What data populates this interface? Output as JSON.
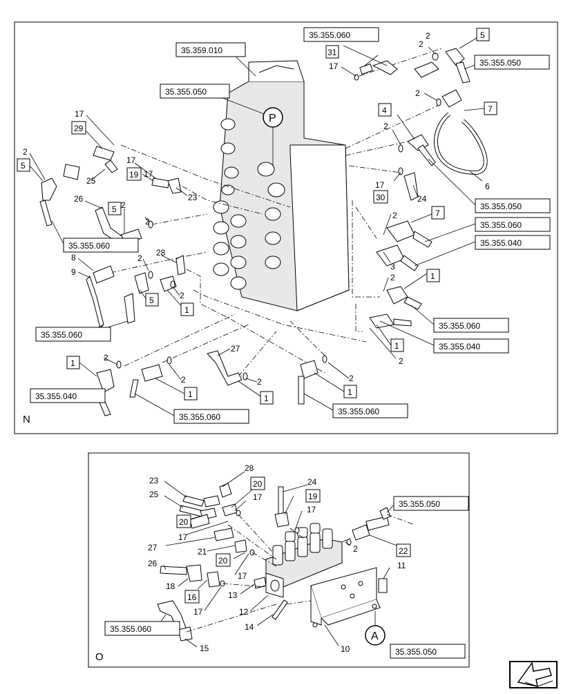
{
  "views": {
    "N": {
      "letter": "N"
    },
    "O": {
      "letter": "O"
    }
  },
  "markers": {
    "P": "P",
    "A": "A"
  },
  "references": {
    "r_top_mid": "35.355.060",
    "r_top_right": "35.355.050",
    "r_valve": "35.359.010",
    "r_p": "35.355.050",
    "r_right_050": "35.355.050",
    "r_right_060a": "35.355.060",
    "r_right_040a": "35.355.040",
    "r_right_060b": "35.355.060",
    "r_right_040b": "35.355.040",
    "r_left_060a": "35.355.060",
    "r_left_060b": "35.355.060",
    "r_left_040": "35.355.040",
    "r_bot_060a": "35.355.060",
    "r_bot_060b": "35.355.060",
    "r_o_050a": "35.355.050",
    "r_o_060": "35.355.060",
    "r_o_050b": "35.355.050"
  },
  "boxed_numbers": {
    "b5a": "5",
    "b31": "31",
    "b7a": "7",
    "b4": "4",
    "b29": "29",
    "b5b": "5",
    "b19a": "19",
    "b5c": "5",
    "b5d": "5",
    "b1a": "1",
    "b30": "30",
    "b7b": "7",
    "b1b": "1",
    "b1c": "1",
    "b1d": "1",
    "b1e": "1",
    "b1f": "1",
    "b1g": "1",
    "b20a": "20",
    "b19b": "19",
    "b20b": "20",
    "b20c": "20",
    "b22": "22",
    "b16": "16"
  },
  "callouts": {
    "c2a": "2",
    "c17a": "17",
    "c2b": "2",
    "c2c": "2",
    "c17b": "17",
    "c2d": "2",
    "c6": "6",
    "c17c": "17",
    "c24a": "24",
    "c2e": "2",
    "c3": "3",
    "c2f": "2",
    "c2g": "2",
    "c17d": "17",
    "c2h": "2",
    "c25a": "25",
    "c17e": "17",
    "c23a": "23",
    "c26a": "26",
    "c2i": "2",
    "c8": "8",
    "c9": "9",
    "c2j": "2",
    "c28a": "28",
    "c2k": "2",
    "c27a": "27",
    "c2l": "2",
    "c2m": "2",
    "c2n": "2",
    "c2o": "2",
    "c2p": "2",
    "c28b": "28",
    "c23b": "23",
    "c25b": "25",
    "c24b": "24",
    "c17f": "17",
    "c17g": "17",
    "c17h": "17",
    "c27b": "27",
    "c21": "21",
    "c2q": "2",
    "c26b": "26",
    "c18": "18",
    "c17i": "17",
    "c11": "11",
    "c13": "13",
    "c17j": "17",
    "c12": "12",
    "c14": "14",
    "c15": "15",
    "c10": "10"
  }
}
